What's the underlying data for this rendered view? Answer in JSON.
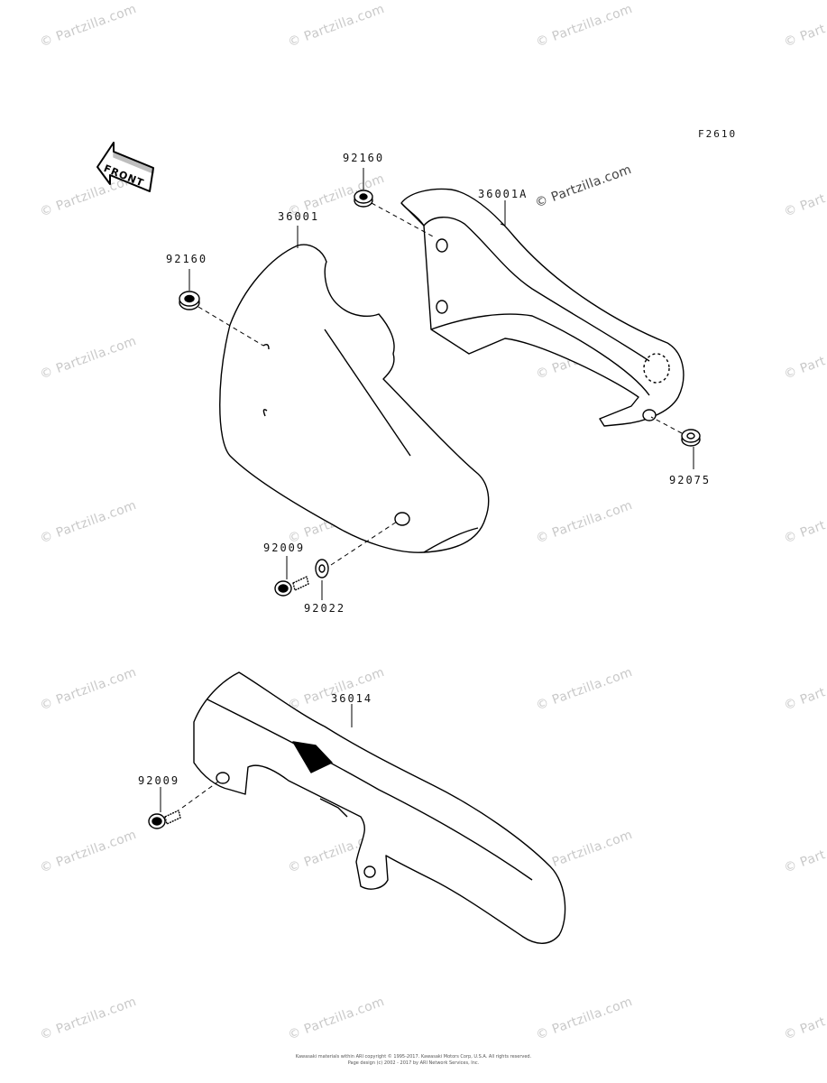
{
  "figure_code": "F2610",
  "front_label": "FRONT",
  "watermark": "© Partzilla.com",
  "part_labels": {
    "p92160_top": "92160",
    "p36001A": "36001A",
    "p36001": "36001",
    "p92160_left": "92160",
    "p92075": "92075",
    "p92009_upper": "92009",
    "p92022": "92022",
    "p36014": "36014",
    "p92009_lower": "92009"
  },
  "footer": {
    "line1": "Kawasaki materials within ARI copyright © 1995-2017. Kawasaki Motors Corp, U.S.A. All rights reserved.",
    "line2": "Page design (c) 2002 - 2017 by ARI Network Services, Inc."
  }
}
